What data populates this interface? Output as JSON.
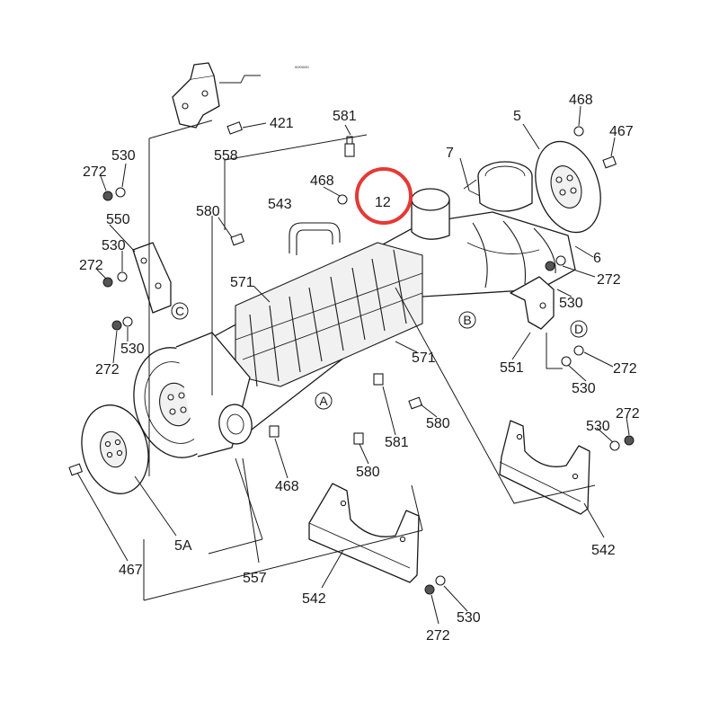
{
  "drawing_code": "00/00/00",
  "highlight_color": "#e53935",
  "highlighted_part": "12",
  "parts": [
    {
      "id": "421",
      "label": "421"
    },
    {
      "id": "530a",
      "label": "530"
    },
    {
      "id": "272a",
      "label": "272"
    },
    {
      "id": "558",
      "label": "558"
    },
    {
      "id": "581a",
      "label": "581"
    },
    {
      "id": "468a",
      "label": "468"
    },
    {
      "id": "12",
      "label": "12"
    },
    {
      "id": "543",
      "label": "543"
    },
    {
      "id": "580a",
      "label": "580"
    },
    {
      "id": "7",
      "label": "7"
    },
    {
      "id": "5",
      "label": "5"
    },
    {
      "id": "468b",
      "label": "468"
    },
    {
      "id": "467a",
      "label": "467"
    },
    {
      "id": "550",
      "label": "550"
    },
    {
      "id": "530b",
      "label": "530"
    },
    {
      "id": "272b",
      "label": "272"
    },
    {
      "id": "571a",
      "label": "571"
    },
    {
      "id": "6",
      "label": "6"
    },
    {
      "id": "272c",
      "label": "272"
    },
    {
      "id": "530c",
      "label": "530"
    },
    {
      "id": "530d",
      "label": "530"
    },
    {
      "id": "272d",
      "label": "272"
    },
    {
      "id": "571b",
      "label": "571"
    },
    {
      "id": "551",
      "label": "551"
    },
    {
      "id": "272e",
      "label": "272"
    },
    {
      "id": "530e",
      "label": "530"
    },
    {
      "id": "581b",
      "label": "581"
    },
    {
      "id": "580b",
      "label": "580"
    },
    {
      "id": "580c",
      "label": "580"
    },
    {
      "id": "468c",
      "label": "468"
    },
    {
      "id": "530f",
      "label": "530"
    },
    {
      "id": "272f",
      "label": "272"
    },
    {
      "id": "5A",
      "label": "5A"
    },
    {
      "id": "467b",
      "label": "467"
    },
    {
      "id": "557",
      "label": "557"
    },
    {
      "id": "542a",
      "label": "542"
    },
    {
      "id": "542b",
      "label": "542"
    },
    {
      "id": "530g",
      "label": "530"
    },
    {
      "id": "272g",
      "label": "272"
    }
  ],
  "refs": [
    {
      "id": "A",
      "label": "A"
    },
    {
      "id": "B",
      "label": "B"
    },
    {
      "id": "C",
      "label": "C"
    },
    {
      "id": "D",
      "label": "D"
    }
  ]
}
